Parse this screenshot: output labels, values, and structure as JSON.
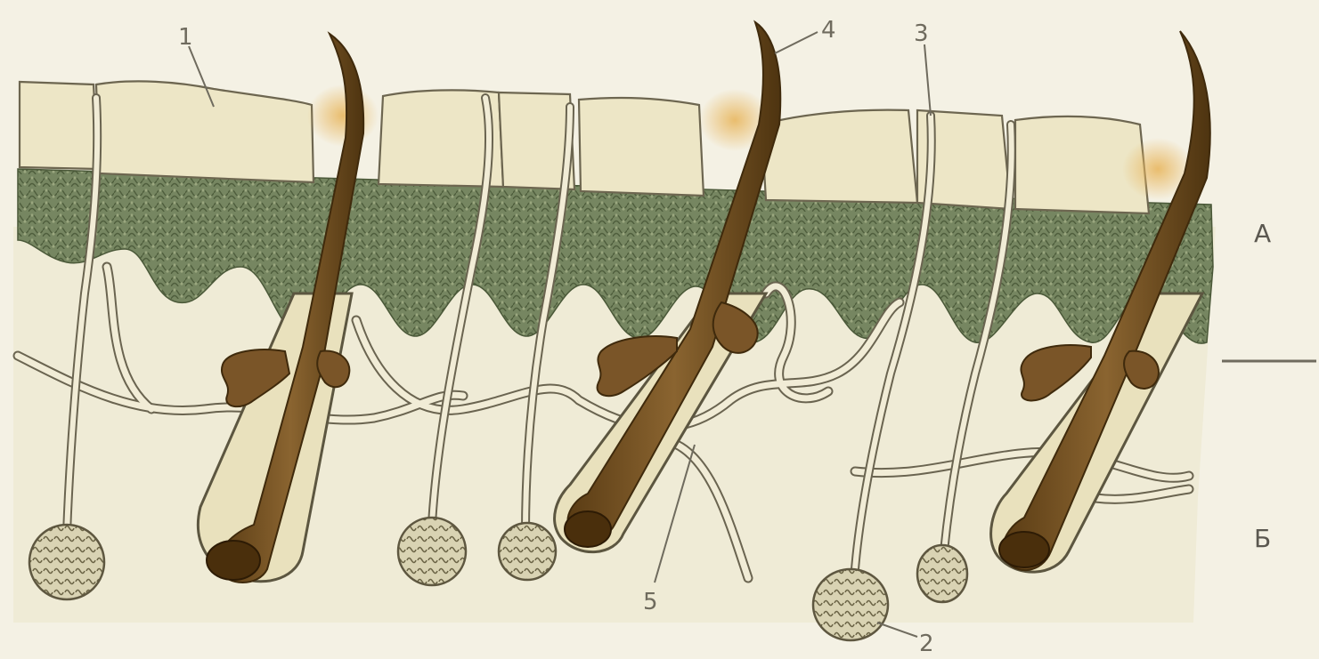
{
  "labels": {
    "n1": "1",
    "n2": "2",
    "n3": "3",
    "n4": "4",
    "n5": "5",
    "layer_a": "А",
    "layer_b": "Б"
  },
  "colors": {
    "paper": "#f4f1e4",
    "stratum_corneum": "#ece6c7",
    "epidermis_green": "#6f7f56",
    "dermis": "#eeead4",
    "hair": "#6b4a1e",
    "hair_light": "#a07a40",
    "outline": "#5c5640",
    "gland": "#a49c7c"
  },
  "icons": [
    "hair-shaft-icon",
    "sweat-gland-icon",
    "sebaceous-gland-icon",
    "nerve-fiber-icon"
  ]
}
